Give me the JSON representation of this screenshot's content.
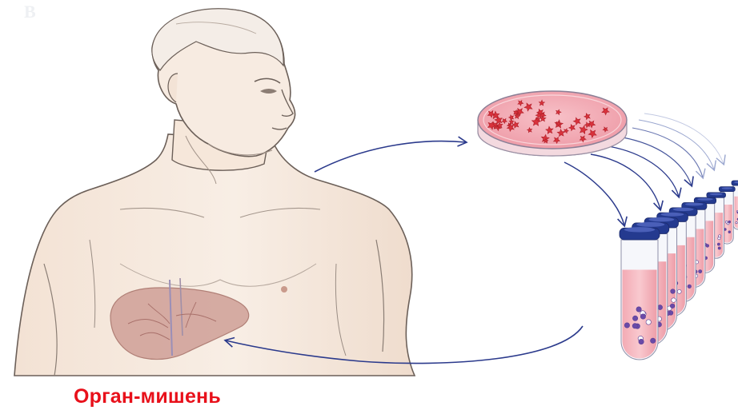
{
  "caption": {
    "target_organ": "Орган-мишень"
  },
  "corner_mark": "B",
  "colors": {
    "skin": "#f6eadf",
    "outline": "#6b5f58",
    "liver": "#cf9f96",
    "dish": "#f0a9b2",
    "cells": "#d8323c",
    "arrow": "#2b3a8c",
    "tube_cap": "#243a8f",
    "tube_liquid": "#f4b7bf",
    "caption": "#e8101a"
  },
  "icons": {
    "patient": "human-torso-illustration",
    "organ": "liver-icon",
    "culture": "petri-dish-icon",
    "expansion": "test-tubes-icon"
  }
}
